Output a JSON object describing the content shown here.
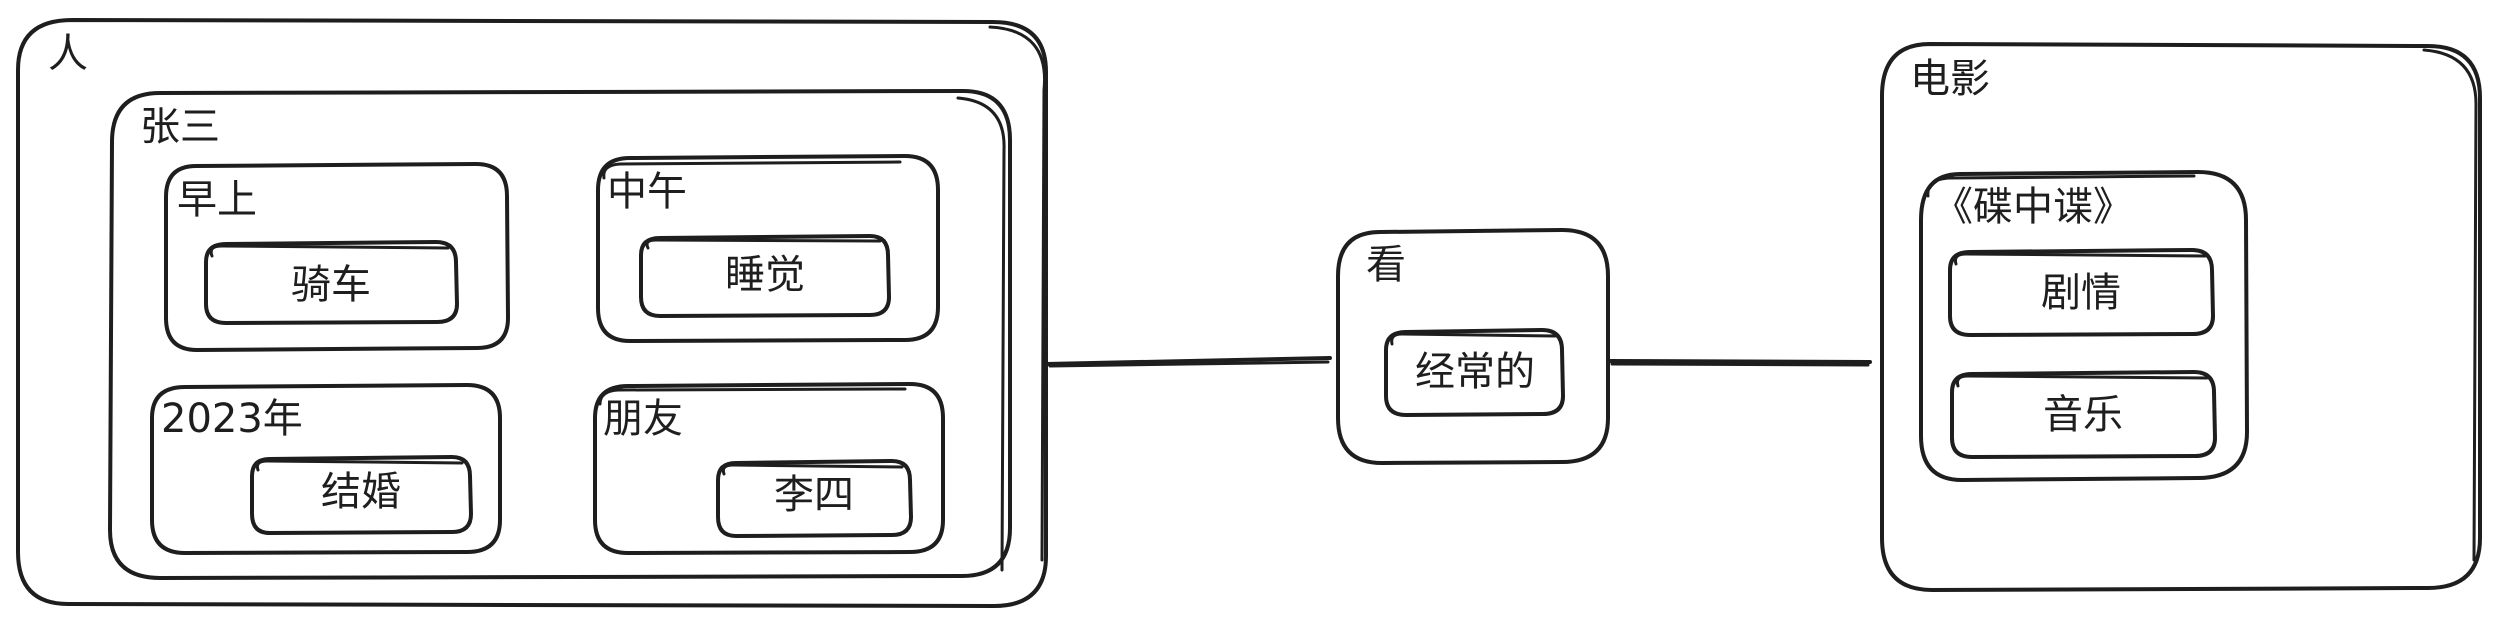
{
  "diagram": {
    "person": {
      "label": "人",
      "zhangsan": {
        "label": "张三",
        "morning": {
          "label": "早上",
          "item": "骑车"
        },
        "noon": {
          "label": "中午",
          "item": "睡觉"
        },
        "year": {
          "label": "2023年",
          "item": "结婚"
        },
        "friend": {
          "label": "朋友",
          "item": "李四"
        }
      }
    },
    "relation": {
      "label": "看",
      "item": "经常的"
    },
    "movie": {
      "label": "电影",
      "title": {
        "label": "《碟中谍》",
        "plot": "剧情",
        "music": "音乐"
      }
    }
  }
}
